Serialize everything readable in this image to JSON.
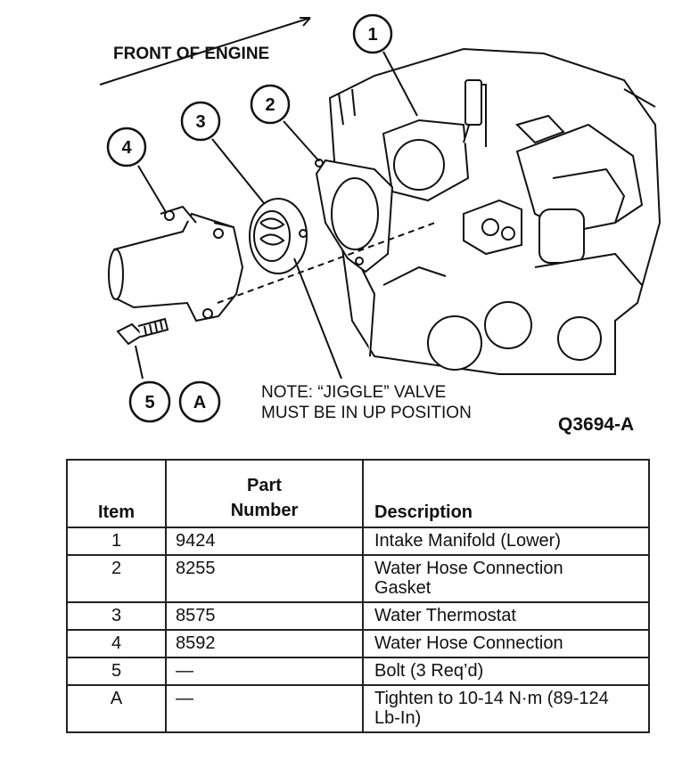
{
  "diagram": {
    "front_label": "FRONT OF ENGINE",
    "callouts": [
      "1",
      "2",
      "3",
      "4",
      "5",
      "A"
    ],
    "note_line1": "NOTE: “JIGGLE” VALVE",
    "note_line2": "MUST BE IN UP POSITION",
    "figure_code": "Q3694-A"
  },
  "table": {
    "headers": {
      "item": "Item",
      "part_line1": "Part",
      "part_line2": "Number",
      "description": "Description"
    },
    "rows": [
      {
        "item": "1",
        "part": "9424",
        "desc_line1": "Intake Manifold (Lower)",
        "desc_line2": ""
      },
      {
        "item": "2",
        "part": "8255",
        "desc_line1": "Water Hose Connection",
        "desc_line2": "Gasket"
      },
      {
        "item": "3",
        "part": "8575",
        "desc_line1": "Water Thermostat",
        "desc_line2": ""
      },
      {
        "item": "4",
        "part": "8592",
        "desc_line1": "Water Hose Connection",
        "desc_line2": ""
      },
      {
        "item": "5",
        "part": "—",
        "desc_line1": "Bolt (3 Req’d)",
        "desc_line2": ""
      },
      {
        "item": "A",
        "part": "—",
        "desc_line1": "Tighten to 10-14 N·m (89-124",
        "desc_line2": "Lb-In)"
      }
    ]
  }
}
